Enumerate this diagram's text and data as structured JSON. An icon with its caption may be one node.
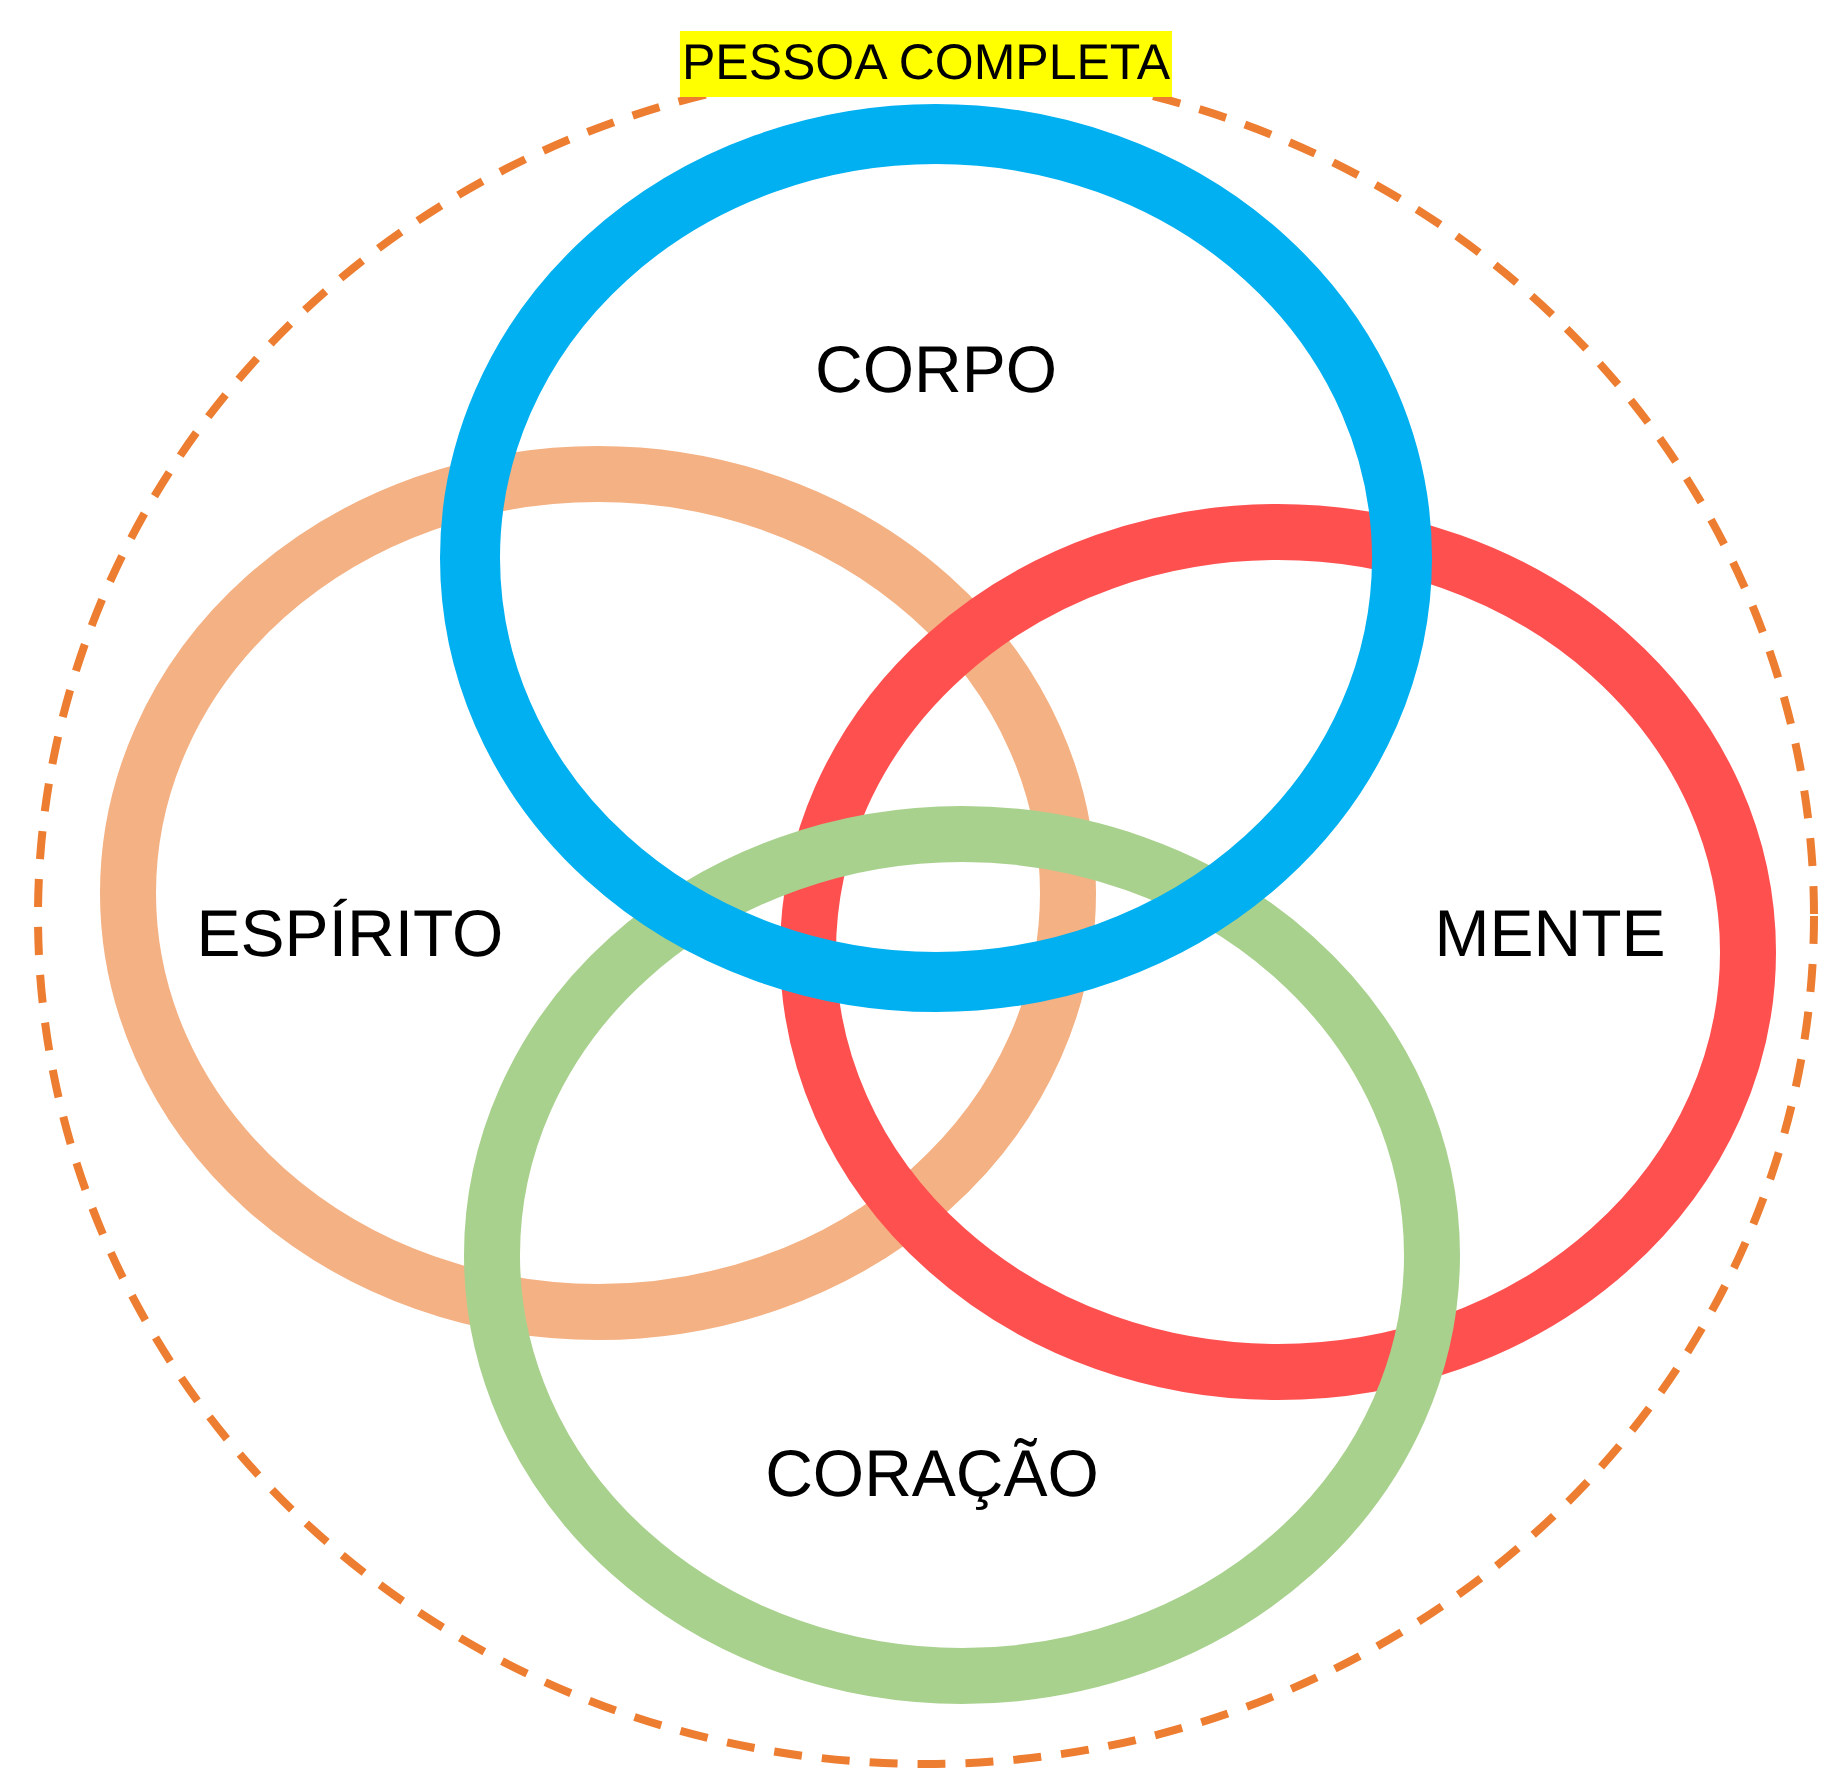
{
  "diagram": {
    "nodes": [
      {
        "text": [
          "PESSOA COMPLETA"
        ]
      },
      {
        "text": [
          "CORPO"
        ],
        "in": 0
      },
      {
        "text": [
          "ESPÍRITO"
        ],
        "in": 0
      },
      {
        "text": [
          "MENTE"
        ],
        "in": 0
      },
      {
        "text": [
          "CORAÇÃO"
        ],
        "in": 0
      }
    ],
    "edges": []
  }
}
